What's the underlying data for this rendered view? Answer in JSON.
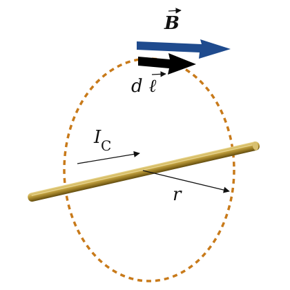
{
  "labels": {
    "field": "B",
    "dl_prefix": "d",
    "dl_symbol": "ℓ",
    "current_main": "I",
    "current_sub": "C",
    "radius": "r"
  },
  "colors": {
    "background": "#ffffff",
    "loop": "#c87a1a",
    "field_arrow": "#1f4b8e",
    "dl_arrow": "#000000",
    "wire_dark": "#6b5410",
    "wire_mid": "#a8892a",
    "wire_light": "#d8c070",
    "text": "#111111"
  },
  "icons": {
    "field_vector": "arrow-right",
    "dl_vector": "arrow-right",
    "current_direction": "arrow-right",
    "radius_vector": "arrow-right"
  }
}
